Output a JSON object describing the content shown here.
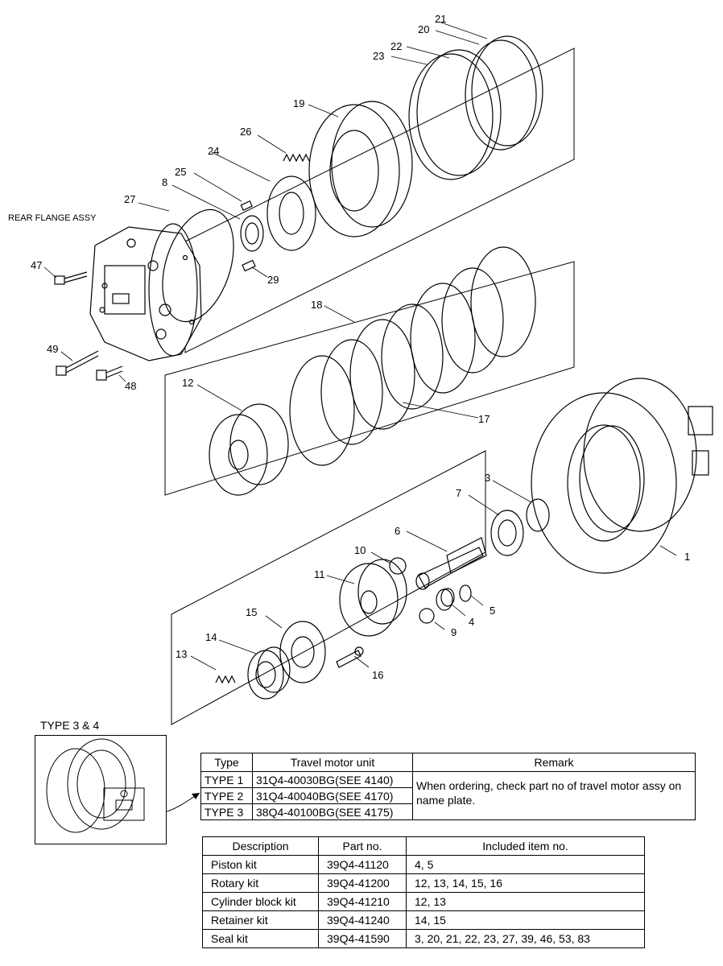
{
  "diagram": {
    "rear_flange_label": "REAR FLANGE ASSY",
    "part_labels": [
      "1",
      "3",
      "4",
      "5",
      "6",
      "7",
      "8",
      "9",
      "10",
      "11",
      "12",
      "13",
      "14",
      "15",
      "16",
      "17",
      "18",
      "19",
      "20",
      "21",
      "22",
      "23",
      "24",
      "25",
      "26",
      "27",
      "29",
      "47",
      "48",
      "49"
    ]
  },
  "inset": {
    "label": "TYPE 3 & 4"
  },
  "motor_table": {
    "headers": [
      "Type",
      "Travel motor unit",
      "Remark"
    ],
    "rows": [
      [
        "TYPE 1",
        "31Q4-40030BG(SEE 4140)"
      ],
      [
        "TYPE 2",
        "31Q4-40040BG(SEE 4170)"
      ],
      [
        "TYPE 3",
        "38Q4-40100BG(SEE 4175)"
      ]
    ],
    "remark": "When ordering, check part no of travel motor assy on name plate."
  },
  "kit_table": {
    "headers": [
      "Description",
      "Part no.",
      "Included item no."
    ],
    "rows": [
      [
        "Piston kit",
        "39Q4-41120",
        "4, 5"
      ],
      [
        "Rotary kit",
        "39Q4-41200",
        "12, 13, 14, 15, 16"
      ],
      [
        "Cylinder block kit",
        "39Q4-41210",
        "12, 13"
      ],
      [
        "Retainer kit",
        "39Q4-41240",
        "14, 15"
      ],
      [
        "Seal kit",
        "39Q4-41590",
        "3, 20, 21, 22, 23, 27, 39, 46, 53, 83"
      ]
    ]
  }
}
